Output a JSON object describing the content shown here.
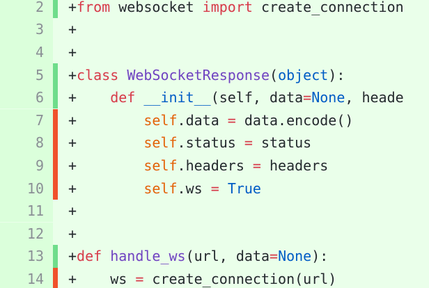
{
  "colors": {
    "added_marker": "#6fdd8b",
    "modified_marker": "#f0512b"
  },
  "lines": [
    {
      "number": "2",
      "marker": "added",
      "tokens": [
        {
          "t": "+",
          "c": "p"
        },
        {
          "t": "from",
          "c": "k"
        },
        {
          "t": " websocket ",
          "c": "p"
        },
        {
          "t": "import",
          "c": "k"
        },
        {
          "t": " create_connection",
          "c": "p"
        }
      ]
    },
    {
      "number": "3",
      "marker": "none",
      "tokens": [
        {
          "t": "+",
          "c": "p"
        }
      ]
    },
    {
      "number": "4",
      "marker": "none",
      "tokens": [
        {
          "t": "+",
          "c": "p"
        }
      ]
    },
    {
      "number": "5",
      "marker": "added",
      "tokens": [
        {
          "t": "+",
          "c": "p"
        },
        {
          "t": "class",
          "c": "k"
        },
        {
          "t": " ",
          "c": "p"
        },
        {
          "t": "WebSocketResponse",
          "c": "d"
        },
        {
          "t": "(",
          "c": "p"
        },
        {
          "t": "object",
          "c": "t"
        },
        {
          "t": "):",
          "c": "p"
        }
      ]
    },
    {
      "number": "6",
      "marker": "added",
      "tokens": [
        {
          "t": "+    ",
          "c": "p"
        },
        {
          "t": "def",
          "c": "k"
        },
        {
          "t": " ",
          "c": "p"
        },
        {
          "t": "__init__",
          "c": "t"
        },
        {
          "t": "(self, data",
          "c": "p"
        },
        {
          "t": "=",
          "c": "k"
        },
        {
          "t": "None",
          "c": "t"
        },
        {
          "t": ", heade",
          "c": "p"
        }
      ]
    },
    {
      "number": "7",
      "marker": "modified",
      "tokens": [
        {
          "t": "+        ",
          "c": "p"
        },
        {
          "t": "self",
          "c": "s"
        },
        {
          "t": ".data ",
          "c": "p"
        },
        {
          "t": "=",
          "c": "k"
        },
        {
          "t": " data.encode()",
          "c": "p"
        }
      ]
    },
    {
      "number": "8",
      "marker": "modified",
      "tokens": [
        {
          "t": "+        ",
          "c": "p"
        },
        {
          "t": "self",
          "c": "s"
        },
        {
          "t": ".status ",
          "c": "p"
        },
        {
          "t": "=",
          "c": "k"
        },
        {
          "t": " status",
          "c": "p"
        }
      ]
    },
    {
      "number": "9",
      "marker": "modified",
      "tokens": [
        {
          "t": "+        ",
          "c": "p"
        },
        {
          "t": "self",
          "c": "s"
        },
        {
          "t": ".headers ",
          "c": "p"
        },
        {
          "t": "=",
          "c": "k"
        },
        {
          "t": " headers",
          "c": "p"
        }
      ]
    },
    {
      "number": "10",
      "marker": "modified",
      "tokens": [
        {
          "t": "+        ",
          "c": "p"
        },
        {
          "t": "self",
          "c": "s"
        },
        {
          "t": ".ws ",
          "c": "p"
        },
        {
          "t": "=",
          "c": "k"
        },
        {
          "t": " ",
          "c": "p"
        },
        {
          "t": "True",
          "c": "t"
        }
      ]
    },
    {
      "number": "11",
      "marker": "none",
      "tokens": [
        {
          "t": "+",
          "c": "p"
        }
      ]
    },
    {
      "number": "12",
      "marker": "none",
      "tokens": [
        {
          "t": "+",
          "c": "p"
        }
      ]
    },
    {
      "number": "13",
      "marker": "added",
      "tokens": [
        {
          "t": "+",
          "c": "p"
        },
        {
          "t": "def",
          "c": "k"
        },
        {
          "t": " ",
          "c": "p"
        },
        {
          "t": "handle_ws",
          "c": "d"
        },
        {
          "t": "(url, data",
          "c": "p"
        },
        {
          "t": "=",
          "c": "k"
        },
        {
          "t": "None",
          "c": "t"
        },
        {
          "t": "):",
          "c": "p"
        }
      ]
    },
    {
      "number": "14",
      "marker": "modified",
      "tokens": [
        {
          "t": "+    ",
          "c": "p"
        },
        {
          "t": "ws ",
          "c": "p"
        },
        {
          "t": "=",
          "c": "k"
        },
        {
          "t": " create_connection(url)",
          "c": "p"
        }
      ]
    }
  ]
}
